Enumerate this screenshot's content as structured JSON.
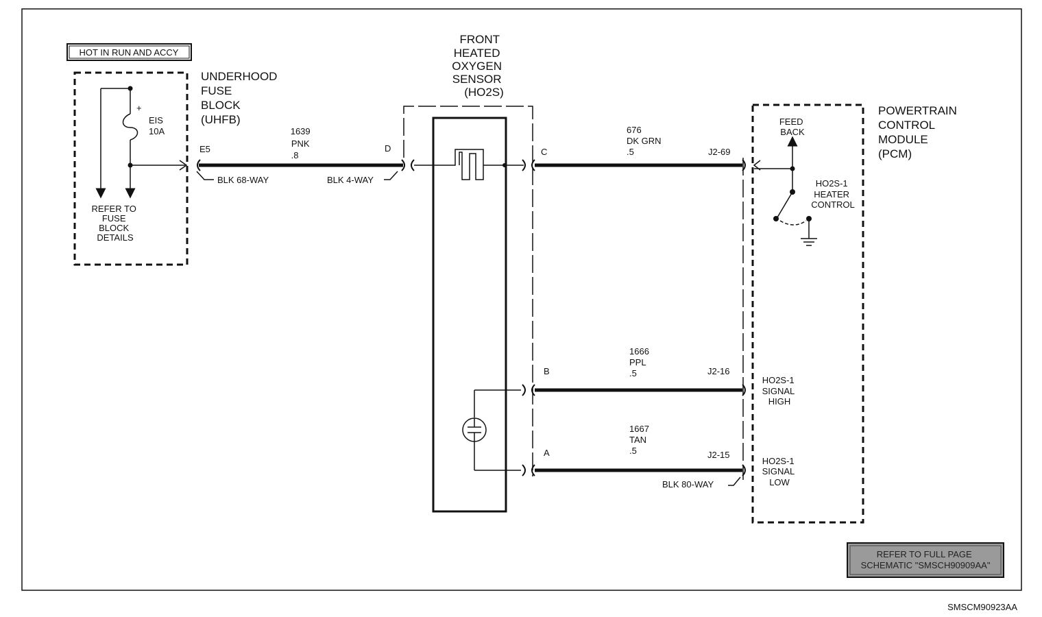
{
  "hot_label": "HOT IN RUN AND ACCY",
  "uhfb": {
    "title_lines": [
      "UNDERHOOD",
      "FUSE",
      "BLOCK",
      "(UHFB)"
    ],
    "fuse_lines": [
      "EIS",
      "10A"
    ],
    "fuse_plus": "+",
    "refer_lines": [
      "REFER TO",
      "FUSE",
      "BLOCK",
      "DETAILS"
    ],
    "pin": "E5",
    "connector": "BLK 68-WAY"
  },
  "sensor": {
    "title_lines": [
      "FRONT",
      "HEATED",
      "OXYGEN",
      "SENSOR",
      "(HO2S)"
    ],
    "pin_d": "D",
    "pin_c": "C",
    "pin_b": "B",
    "pin_a": "A",
    "connector": "BLK 4-WAY"
  },
  "pcm": {
    "title_lines": [
      "POWERTRAIN",
      "CONTROL",
      "MODULE",
      "(PCM)"
    ],
    "feedback_lines": [
      "FEED",
      "BACK"
    ],
    "heater_lines": [
      "HO2S-1",
      "HEATER",
      "CONTROL"
    ],
    "signal_high_lines": [
      "HO2S-1",
      "SIGNAL",
      "HIGH"
    ],
    "signal_low_lines": [
      "HO2S-1",
      "SIGNAL",
      "LOW"
    ],
    "connector": "BLK 80-WAY"
  },
  "wires": {
    "w1639": [
      "1639",
      "PNK",
      ".8"
    ],
    "w676": [
      "676",
      "DK GRN",
      ".5"
    ],
    "w1666": [
      "1666",
      "PPL",
      ".5"
    ],
    "w1667": [
      "1667",
      "TAN",
      ".5"
    ],
    "j2_69": "J2-69",
    "j2_16": "J2-16",
    "j2_15": "J2-15"
  },
  "refer_full_lines": [
    "REFER TO FULL PAGE",
    "SCHEMATIC \"SMSCH90909AA\""
  ],
  "figure_id": "SMSCM90923AA"
}
